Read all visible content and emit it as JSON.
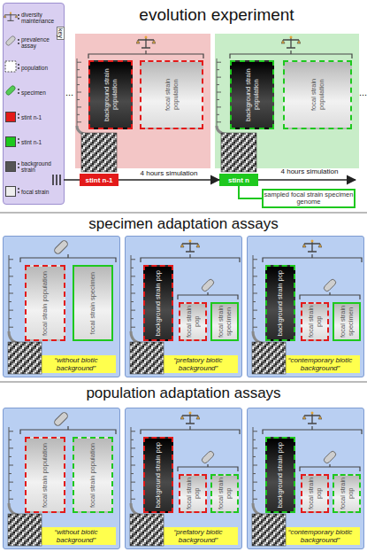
{
  "diagram": {
    "nodes": [
      {
        "text": [
          "background strain population"
        ]
      },
      {
        "text": [
          "focal strain population"
        ]
      },
      {
        "text": [
          "stint n-1"
        ]
      },
      {
        "text": [
          "background strain population"
        ]
      },
      {
        "text": [
          "focal strain population"
        ]
      },
      {
        "text": [
          "stint n"
        ]
      },
      {
        "text": [
          "sampled focal strain specimen genome"
        ]
      },
      {
        "text": [
          "“without biotic background”"
        ]
      },
      {
        "text": [
          "focal strain population"
        ],
        "in": 7
      },
      {
        "text": [
          "focal strain specimen"
        ],
        "in": 7
      },
      {
        "text": [
          "“prefatory biotic background”"
        ]
      },
      {
        "text": [
          "background strain pop"
        ],
        "in": 10
      },
      {
        "text": [
          "focal strain pop"
        ],
        "in": 10
      },
      {
        "text": [
          "focal strain specimen"
        ],
        "in": 10
      },
      {
        "text": [
          "“contemporary biotic background”"
        ]
      },
      {
        "text": [
          "background strain pop"
        ],
        "in": 14
      },
      {
        "text": [
          "focal strain pop"
        ],
        "in": 14
      },
      {
        "text": [
          "focal strain specimen"
        ],
        "in": 14
      },
      {
        "text": [
          "“without biotic background”"
        ]
      },
      {
        "text": [
          "focal strain population"
        ],
        "in": 18
      },
      {
        "text": [
          "focal strain population"
        ],
        "in": 18
      },
      {
        "text": [
          "“prefatory biotic background”"
        ]
      },
      {
        "text": [
          "background strain pop"
        ],
        "in": 21
      },
      {
        "text": [
          "focal strain pop"
        ],
        "in": 21
      },
      {
        "text": [
          "focal strain pop"
        ],
        "in": 21
      },
      {
        "text": [
          "“contemporary biotic background”"
        ]
      },
      {
        "text": [
          "background strain pop"
        ],
        "in": 25
      },
      {
        "text": [
          "focal strain pop"
        ],
        "in": 25
      },
      {
        "text": [
          "focal strain pop"
        ],
        "in": 25
      }
    ],
    "edges": [
      {
        "from": 2,
        "to": 5,
        "arrow": "to",
        "label": "4 hours simulation"
      }
    ],
    "labels": [
      "key",
      "evolution experiment",
      "...",
      "...",
      "4 hours simulation",
      "specimen adaptation assays",
      "population adaptation assays"
    ],
    "legend": [
      {
        "text": "diversity maintenance"
      },
      {
        "text": "prevalence assay"
      },
      {
        "text": "population"
      },
      {
        "text": "specimen"
      },
      {
        "text": "stint n-1",
        "color": "#e31a1a"
      },
      {
        "text": "stint n-1",
        "color": "#1ec81e"
      },
      {
        "text": "background strain",
        "color": "#555555"
      },
      {
        "text": "focal strain",
        "color": "#eeeeee"
      }
    ]
  }
}
